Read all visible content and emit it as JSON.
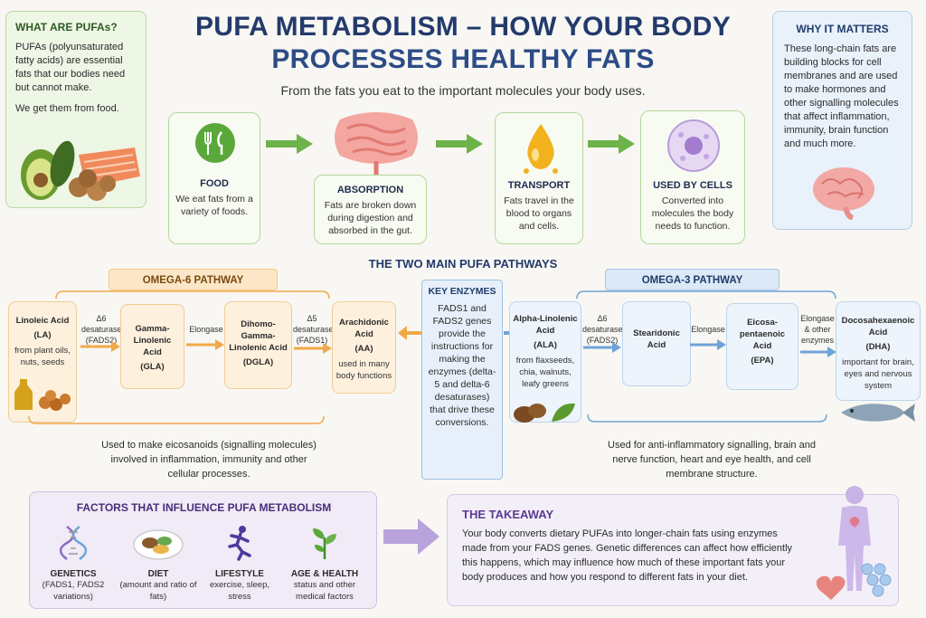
{
  "header": {
    "title_line1": "PUFA METABOLISM – HOW YOUR BODY",
    "title_line2": "PROCESSES HEALTHY FATS",
    "subtitle": "From the fats you eat to the important molecules your body uses."
  },
  "what_are": {
    "title": "WHAT ARE PUFAs?",
    "text1": "PUFAs (polyunsaturated fatty acids) are essential fats that our bodies need but cannot make.",
    "text2": "We get them from food."
  },
  "why_matters": {
    "title": "WHY IT MATTERS",
    "text": "These long-chain fats are building blocks for cell membranes and are used to make hormones and other signalling molecules that affect inflammation, immunity, brain function and much more."
  },
  "flow": [
    {
      "title": "FOOD",
      "desc": "We eat fats from a variety of foods."
    },
    {
      "title": "ABSORPTION",
      "desc": "Fats are broken down during digestion and absorbed in the gut."
    },
    {
      "title": "TRANSPORT",
      "desc": "Fats travel in the blood to organs and cells."
    },
    {
      "title": "USED BY CELLS",
      "desc": "Converted into molecules the body needs to function."
    }
  ],
  "pathways": {
    "section_title": "THE TWO MAIN PUFA PATHWAYS",
    "omega6_label": "OMEGA-6 PATHWAY",
    "omega3_label": "OMEGA-3 PATHWAY",
    "omega6": [
      {
        "name": "Linoleic Acid",
        "abbr": "(LA)",
        "note": "from plant oils, nuts, seeds"
      },
      {
        "name": "Gamma-Linolenic Acid",
        "abbr": "(GLA)",
        "note": ""
      },
      {
        "name": "Dihomo-Gamma-Linolenic Acid",
        "abbr": "(DGLA)",
        "note": ""
      },
      {
        "name": "Arachidonic Acid",
        "abbr": "(AA)",
        "note": "used in many body functions"
      }
    ],
    "omega6_enzymes": [
      "Δ6 desaturase (FADS2)",
      "Elongase",
      "Δ5 desaturase (FADS1)"
    ],
    "omega3": [
      {
        "name": "Alpha-Linolenic Acid",
        "abbr": "(ALA)",
        "note": "from flaxseeds, chia, walnuts, leafy greens"
      },
      {
        "name": "Stearidonic Acid",
        "abbr": "",
        "note": ""
      },
      {
        "name": "Eicosa-pentaenoic Acid",
        "abbr": "(EPA)",
        "note": ""
      },
      {
        "name": "Docosahexaenoic Acid",
        "abbr": "(DHA)",
        "note": "important for brain, eyes and nervous system"
      }
    ],
    "omega3_enzymes": [
      "Δ6 desaturase (FADS2)",
      "Elongase",
      "Elongase & other enzymes"
    ],
    "key_enzymes_title": "KEY ENZYMES",
    "key_enzymes_text": "FADS1 and FADS2 genes provide the instructions for making the enzymes (delta-5 and delta-6 desaturases) that drive these conversions.",
    "omega6_summary": "Used to make eicosanoids (signalling molecules) involved in inflammation, immunity and other cellular processes.",
    "omega3_summary": "Used for anti-inflammatory signalling, brain and nerve function, heart and eye health, and cell membrane structure."
  },
  "factors": {
    "title": "FACTORS THAT INFLUENCE PUFA METABOLISM",
    "items": [
      {
        "name": "GENETICS",
        "desc": "(FADS1, FADS2 variations)"
      },
      {
        "name": "DIET",
        "desc": "(amount and ratio of fats)"
      },
      {
        "name": "LIFESTYLE",
        "desc": "exercise, sleep, stress"
      },
      {
        "name": "AGE & HEALTH",
        "desc": "status and other medical factors"
      }
    ]
  },
  "takeaway": {
    "title": "THE TAKEAWAY",
    "text": "Your body converts dietary PUFAs into longer-chain fats using enzymes made from your FADS genes. Genetic differences can affect how efficiently this happens, which may influence how much of these important fats your body produces and how you respond to different fats in your diet."
  },
  "colors": {
    "title": "#233a6b",
    "green_accent": "#5aa83a",
    "omega6_accent": "#f0a94a",
    "omega3_accent": "#6fa3d8",
    "purple_accent": "#8c6cc0"
  }
}
